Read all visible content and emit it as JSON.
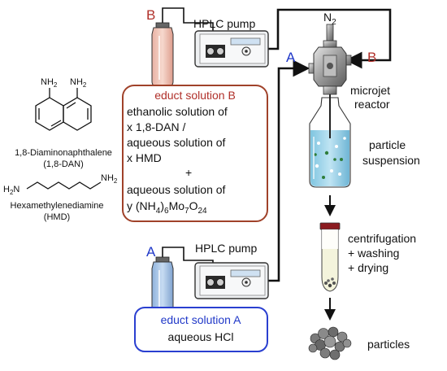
{
  "pumps": {
    "top_label": "HPLC pump",
    "bottom_label": "HPLC pump",
    "letter_b": "B",
    "letter_a": "A"
  },
  "reactor": {
    "gas": "N",
    "gas_sub": "2",
    "inlet_a": "A",
    "inlet_b": "B",
    "label_line1": "microjet",
    "label_line2": "reactor"
  },
  "suspension": {
    "line1": "particle",
    "line2": "suspension"
  },
  "workup": {
    "line1": "centrifugation",
    "line2": "+ washing",
    "line3": "+ drying"
  },
  "product": {
    "label": "particles"
  },
  "educt_b": {
    "title": "educt solution B",
    "l1": "ethanolic solution of",
    "l2": "x 1,8-DAN /",
    "l3": "aqueous solution of",
    "l4": "x HMD",
    "plus": "+",
    "l5": "aqueous solution of",
    "l6_prefix": "y (NH",
    "l6_s1": "4",
    "l6_mid1": ")",
    "l6_s2": "6",
    "l6_mid2": "Mo",
    "l6_s3": "7",
    "l6_mid3": "O",
    "l6_s4": "24"
  },
  "educt_a": {
    "title": "educt solution A",
    "content": "aqueous HCl"
  },
  "chem_dan": {
    "nh2_left": "NH",
    "nh2_right": "NH",
    "sub": "2",
    "name": "1,8-Diaminonaphthalene",
    "abbr": "(1,8-DAN)"
  },
  "chem_hmd": {
    "left": "H",
    "left_sub": "2",
    "left_n": "N",
    "right": "NH",
    "right_sub": "2",
    "name": "Hexamethylenediamine",
    "abbr": "(HMD)"
  },
  "colors": {
    "red": "#b0302a",
    "blue": "#2038c8",
    "educt_b_border": "#a0422a",
    "educt_a_border": "#2a3fd0"
  }
}
